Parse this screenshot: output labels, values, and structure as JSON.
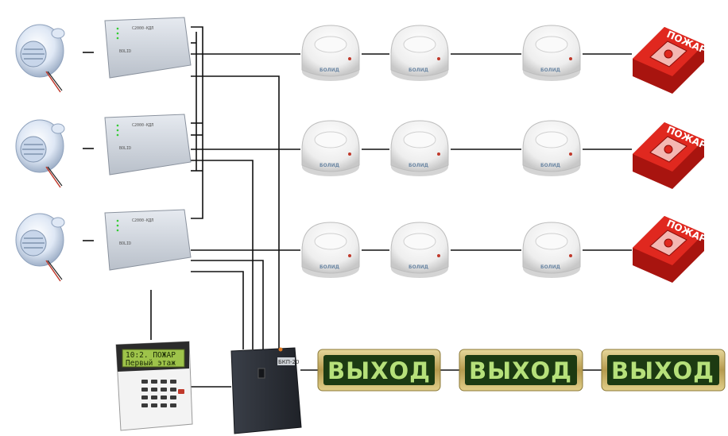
{
  "modules": [
    {
      "model": "С2000-КДЛ",
      "brand": "BOLID"
    },
    {
      "model": "С2000-КДЛ",
      "brand": "BOLID"
    },
    {
      "model": "С2000-КДЛ",
      "brand": "BOLID"
    }
  ],
  "detector_brand": "БОЛИД",
  "call_point_label": "ПОЖАР",
  "keypad": {
    "lcd_line1": "10:2. ПОЖАР",
    "lcd_line2": "Первый этаж"
  },
  "power_supply": {
    "label": "БКП-20"
  },
  "exit_signs": [
    {
      "text": "ВЫХОД"
    },
    {
      "text": "ВЫХОД"
    },
    {
      "text": "ВЫХОД"
    }
  ],
  "colors": {
    "wire": "#111111",
    "call_point_red": "#d8221c",
    "exit_background": "#1c3a12",
    "exit_text": "#b6e07a",
    "exit_frame": "#c9b36a",
    "lcd": "#9ec34a",
    "siren": "#dfe8f5",
    "detector": "#f2f2f2",
    "psu": "#2c3038"
  }
}
